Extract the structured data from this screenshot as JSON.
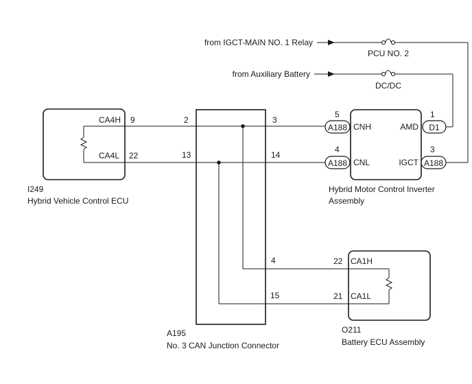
{
  "sources": {
    "igct_relay": "from IGCT-MAIN NO. 1 Relay",
    "aux_battery": "from Auxiliary Battery"
  },
  "fuses": {
    "pcu": "PCU NO. 2",
    "dcdc": "DC/DC"
  },
  "ecu_i249": {
    "code": "I249",
    "name": "Hybrid Vehicle Control ECU",
    "ca4h": "CA4H",
    "ca4l": "CA4L",
    "pin_ca4h": "9",
    "pin_ca4l": "22"
  },
  "junction_a195": {
    "code": "A195",
    "name": "No. 3 CAN Junction Connector",
    "pin_2": "2",
    "pin_3": "3",
    "pin_13": "13",
    "pin_14": "14",
    "pin_4": "4",
    "pin_15": "15"
  },
  "inverter": {
    "name_line1": "Hybrid Motor Control Inverter",
    "name_line2": "Assembly",
    "cnh": "CNH",
    "cnl": "CNL",
    "amd": "AMD",
    "igct": "IGCT",
    "pin_cnh": "5",
    "pin_cnl": "4",
    "pin_amd": "1",
    "pin_igct": "3",
    "conn_cnh": "A188",
    "conn_cnl": "A188",
    "conn_amd": "D1",
    "conn_igct": "A188"
  },
  "battery_ecu": {
    "code": "O211",
    "name": "Battery ECU Assembly",
    "ca1h": "CA1H",
    "ca1l": "CA1L",
    "pin_ca1h": "22",
    "pin_ca1l": "21"
  }
}
